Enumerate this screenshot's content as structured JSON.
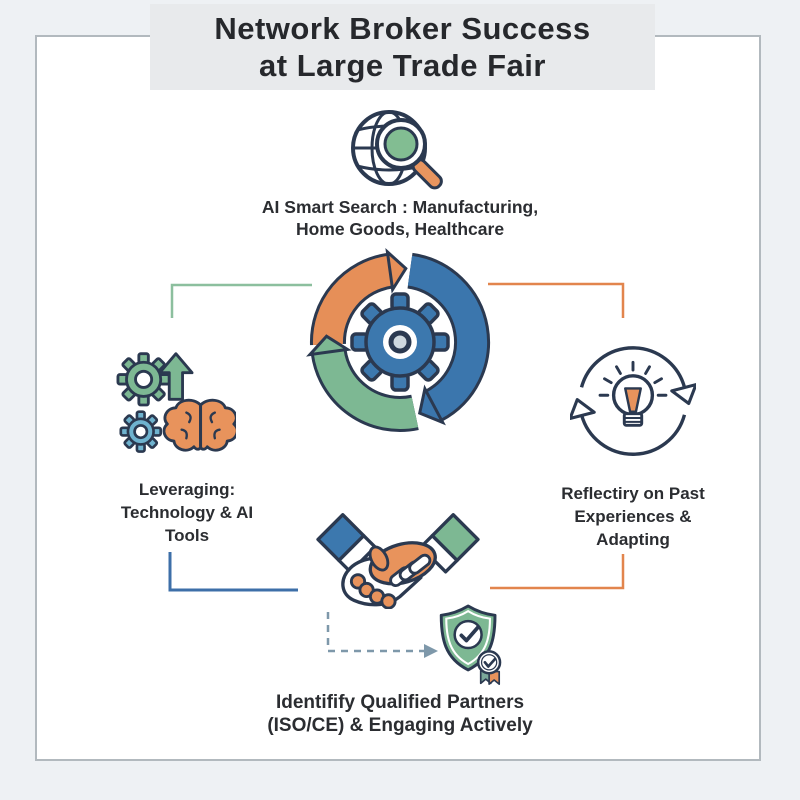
{
  "title": {
    "line1": "Network Broker Success",
    "line2": "at Large Trade Fair"
  },
  "captions": {
    "search": {
      "line1": "AI Smart Search : Manufacturing,",
      "line2": "Home Goods,  Healthcare"
    },
    "leverage": {
      "line1": "Leveraging:",
      "line2": "Technology & AI",
      "line3": "Tools"
    },
    "reflect": {
      "line1": "Reflectiry on Past",
      "line2": "Experiences &",
      "line3": "Adapting"
    },
    "partners": {
      "line1": "Identifify Qualified Partners",
      "line2": "(ISO/CE) & Engaging Actively"
    }
  },
  "icons": {
    "globe_search": "globe-magnifier-icon",
    "process_cycle": "process-cycle-gear-icon",
    "gears_brain": "gears-arrow-brain-icon",
    "lightbulb_refresh": "lightbulb-refresh-icon",
    "handshake": "handshake-icon",
    "shield_check": "shield-check-certified-icon",
    "dashed_arrow": "dashed-arrow-to-shield"
  },
  "colors": {
    "page_bg": "#eef1f4",
    "canvas_bg": "#ffffff",
    "frame_border": "#b2b9be",
    "banner_bg": "#e8eaec",
    "text": "#2b2d31",
    "navy_outline": "#2b3950",
    "orange": "#e8935c",
    "green": "#7db893",
    "blue": "#3b76ad",
    "light_blue": "#6fb3cf",
    "connector_green": "#8cbf9e",
    "connector_orange": "#e2854d",
    "connector_blue": "#3d6fa8",
    "dashed_slate": "#7e98aa"
  }
}
